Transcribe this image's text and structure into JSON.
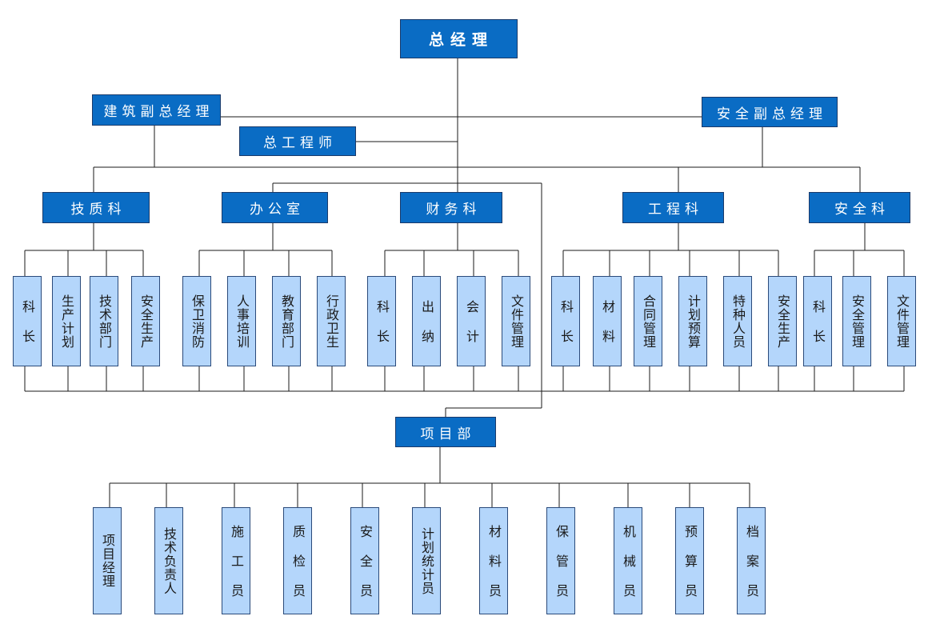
{
  "general_manager": "总经理",
  "building_vp": "建筑副总经理",
  "safety_vp": "安全副总经理",
  "chief_engineer": "总工程师",
  "departments": {
    "tech_quality": "技质科",
    "office": "办公室",
    "finance": "财务科",
    "engineering": "工程科",
    "safety": "安全科"
  },
  "tech_quality_units": [
    "科 长",
    "生产计划",
    "技术部门",
    "安全生产"
  ],
  "office_units": [
    "保卫消防",
    "人事培训",
    "教育部门",
    "行政卫生"
  ],
  "finance_units": [
    "科 长",
    "出 纳",
    "会 计",
    "文件管理"
  ],
  "engineering_units": [
    "科 长",
    "材 料",
    "合同管理",
    "计划预算",
    "特种人员",
    "安全生产"
  ],
  "safety_units": [
    "科 长",
    "安全管理",
    "文件管理"
  ],
  "project_dept": "项目部",
  "project_units": [
    "项目经理",
    "技术负责人",
    "施 工 员",
    "质 检 员",
    "安 全 员",
    "计划统计员",
    "材 料 员",
    "保 管 员",
    "机 械 员",
    "预 算 员",
    "档 案 员"
  ],
  "colors": {
    "dark_box": "#0a6cc4",
    "light_box": "#b4d6fb",
    "line": "#1a1a1a"
  }
}
